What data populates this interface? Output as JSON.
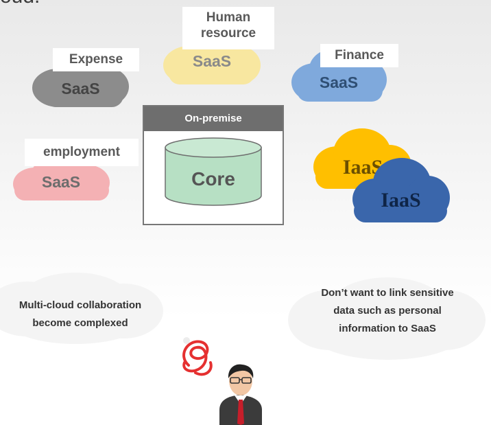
{
  "heading_fragment": "oud.",
  "clouds": {
    "expense": {
      "label": "Expense",
      "text": "SaaS",
      "color": "#8c8c8c",
      "text_color": "#444444"
    },
    "human_resource": {
      "label_line1": "Human",
      "label_line2": "resource",
      "text": "SaaS",
      "color": "#f8e7a0",
      "text_color": "#8a8a8a"
    },
    "finance": {
      "label": "Finance",
      "text": "SaaS",
      "color": "#7fa9dc",
      "text_color": "#2f4f74"
    },
    "employment": {
      "label": "employment",
      "text": "SaaS",
      "color": "#f4b1b4",
      "text_color": "#6d6d6d"
    },
    "iaas_yellow": {
      "text": "IaaS",
      "color": "#ffbf00",
      "text_color": "#6b4f00"
    },
    "iaas_blue": {
      "text": "IaaS",
      "color": "#3a66ab",
      "text_color": "#0f2547"
    }
  },
  "onpremise": {
    "header": "On-premise",
    "core": "Core",
    "core_color": "#b7e0c4"
  },
  "thoughts": {
    "left_line1": "Multi-cloud collaboration",
    "left_line2": "become complexed",
    "right_line1": "Don’t want to link sensitive",
    "right_line2": "data such as personal",
    "right_line3": "information to SaaS"
  }
}
